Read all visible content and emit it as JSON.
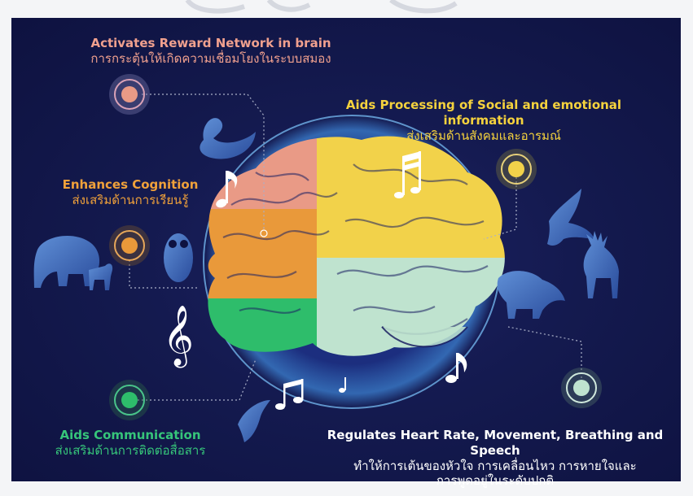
{
  "captions": {
    "reward": {
      "en": "Activates Reward Network in brain",
      "th": "การกระตุ้นให้เกิดความเชื่อมโยงในระบบสมอง"
    },
    "social": {
      "en": "Aids Processing of Social and emotional information",
      "th": "ส่งเสริมด้านสังคมและอารมณ์"
    },
    "cognition": {
      "en": "Enhances Cognition",
      "th": "ส่งเสริมด้านการเรียนรู้"
    },
    "communication": {
      "en": "Aids Communication",
      "th": "ส่งเสริมด้านการติดต่อสื่อสาร"
    },
    "heart": {
      "en": "Regulates Heart Rate, Movement, Breathing and Speech",
      "th_line1": "ทำให้การเต้นของหัวใจ การเคลื่อนไหว การหายใจและ",
      "th_line2": "การพูดอยู่ในระดับปกติ"
    }
  },
  "colors": {
    "background": "#141a4f",
    "reward": "#e99a86",
    "social": "#f2d24a",
    "cognition": "#e9993a",
    "communication": "#2ebd6b",
    "motor": "#bfe3cf",
    "glow": "#4aa6ff"
  },
  "icons": {
    "animals": [
      "swan-icon",
      "owl-icon",
      "elephant-icon",
      "horse-icon",
      "bird-icon",
      "lion-icon",
      "deer-icon",
      "dolphin-icon"
    ],
    "music": [
      "treble-clef-icon",
      "eighth-note-icon",
      "beamed-notes-icon"
    ]
  }
}
